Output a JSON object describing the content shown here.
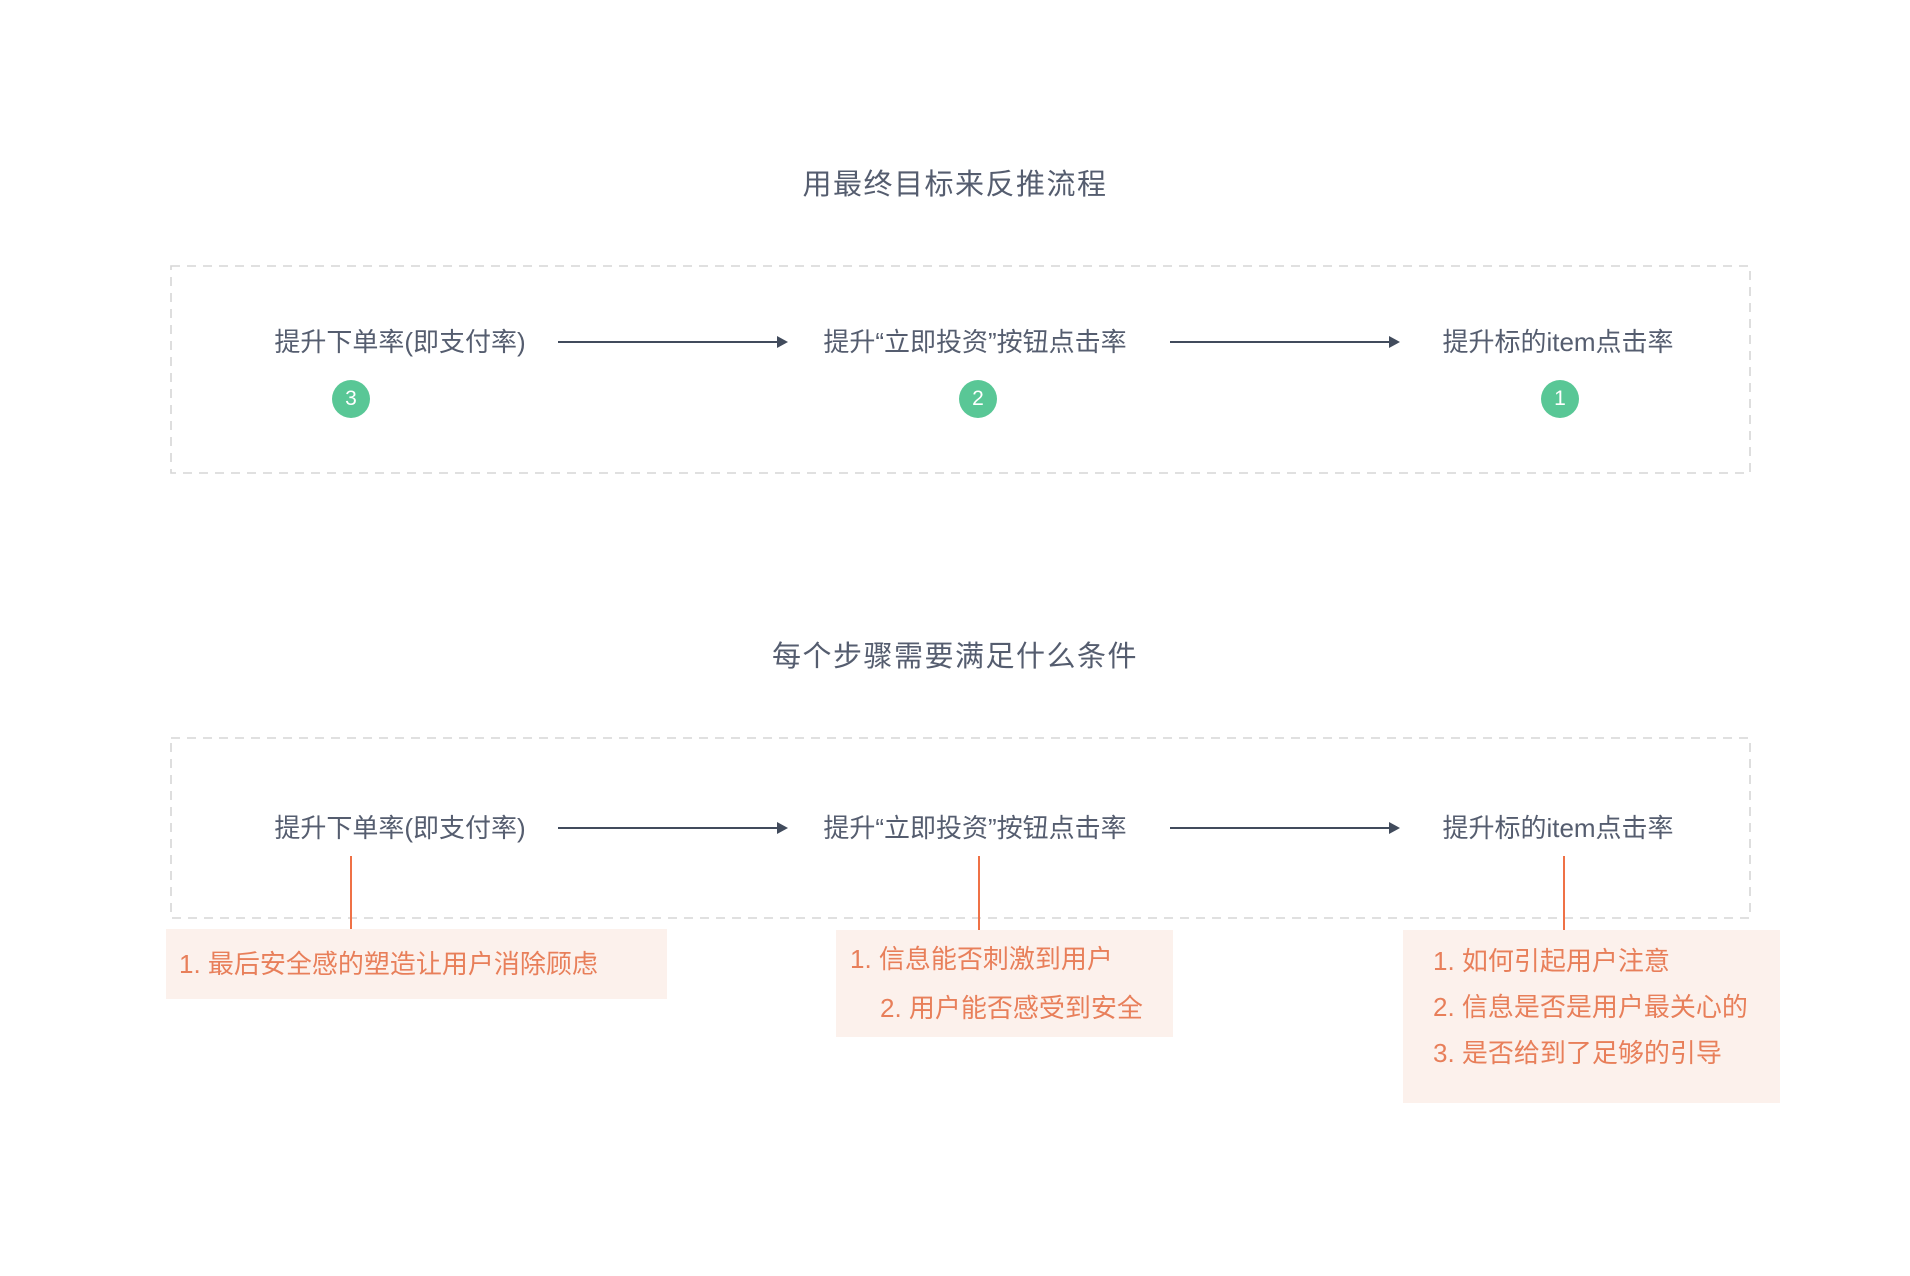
{
  "colors": {
    "background": "#ffffff",
    "text_slate": "#555d6f",
    "arrow": "#414b5c",
    "dashed_border": "#d6d6d6",
    "badge_green": "#59c796",
    "badge_text": "#ffffff",
    "connector_orange": "#ef7146",
    "note_background": "#fcf1ec",
    "note_text": "#e87f5a"
  },
  "section1": {
    "title": "用最终目标来反推流程",
    "nodes": [
      {
        "label": "提升下单率(即支付率)",
        "badge": "3"
      },
      {
        "label": "提升“立即投资”按钮点击率",
        "badge": "2"
      },
      {
        "label": "提升标的item点击率",
        "badge": "1"
      }
    ]
  },
  "section2": {
    "title": "每个步骤需要满足什么条件",
    "nodes": [
      {
        "label": "提升下单率(即支付率)"
      },
      {
        "label": "提升“立即投资”按钮点击率"
      },
      {
        "label": "提升标的item点击率"
      }
    ],
    "annotations": [
      {
        "items": [
          "1. 最后安全感的塑造让用户消除顾虑"
        ]
      },
      {
        "items": [
          "1. 信息能否刺激到用户",
          "2. 用户能否感受到安全"
        ]
      },
      {
        "items": [
          "1. 如何引起用户注意",
          "2. 信息是否是用户最关心的",
          "3. 是否给到了足够的引导"
        ]
      }
    ]
  }
}
